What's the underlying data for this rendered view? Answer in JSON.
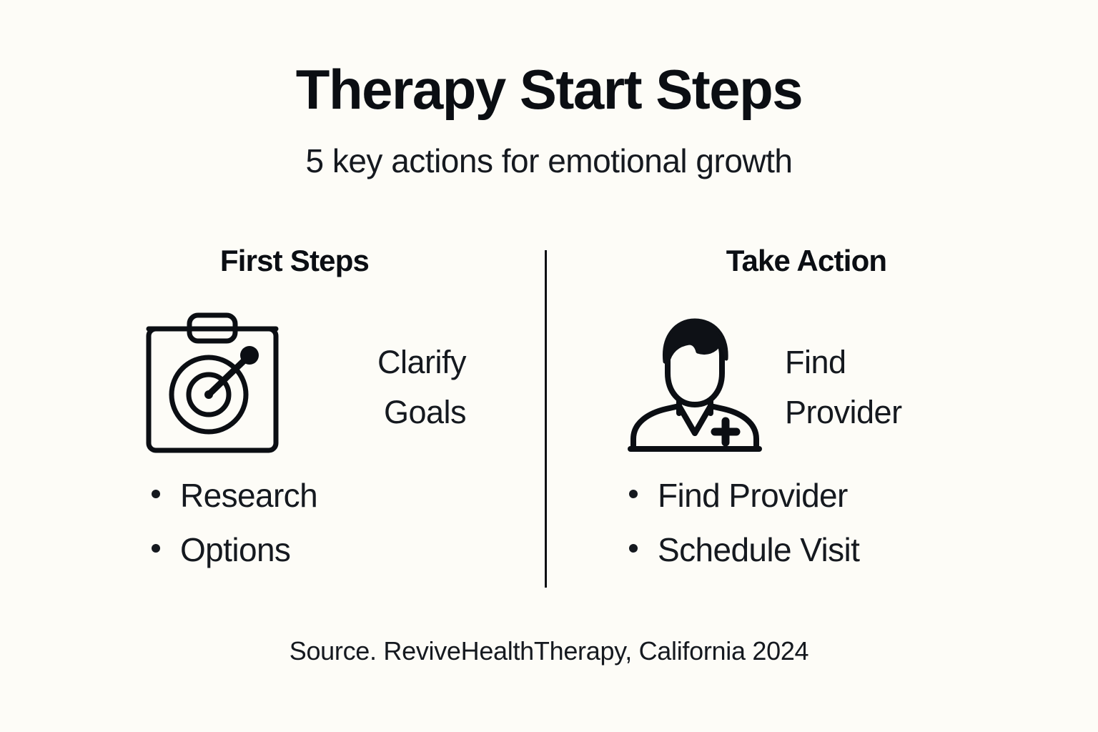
{
  "header": {
    "title": "Therapy Start Steps",
    "subtitle": "5 key actions for emotional growth"
  },
  "columns": [
    {
      "heading": "First Steps",
      "icon": "clipboard-target-icon",
      "icon_label_line1": "Clarify",
      "icon_label_line2": "Goals",
      "bullets": [
        "Research",
        "Options"
      ]
    },
    {
      "heading": "Take Action",
      "icon": "doctor-provider-icon",
      "icon_label_line1": "Find",
      "icon_label_line2": "Provider",
      "bullets": [
        "Find Provider",
        "Schedule Visit"
      ]
    }
  ],
  "footer": {
    "source": "Source. ReviveHealthTherapy, California 2024"
  },
  "colors": {
    "background": "#FDFCF7",
    "ink": "#0B0E13",
    "text": "#15191F",
    "divider": "#0B0E13"
  }
}
